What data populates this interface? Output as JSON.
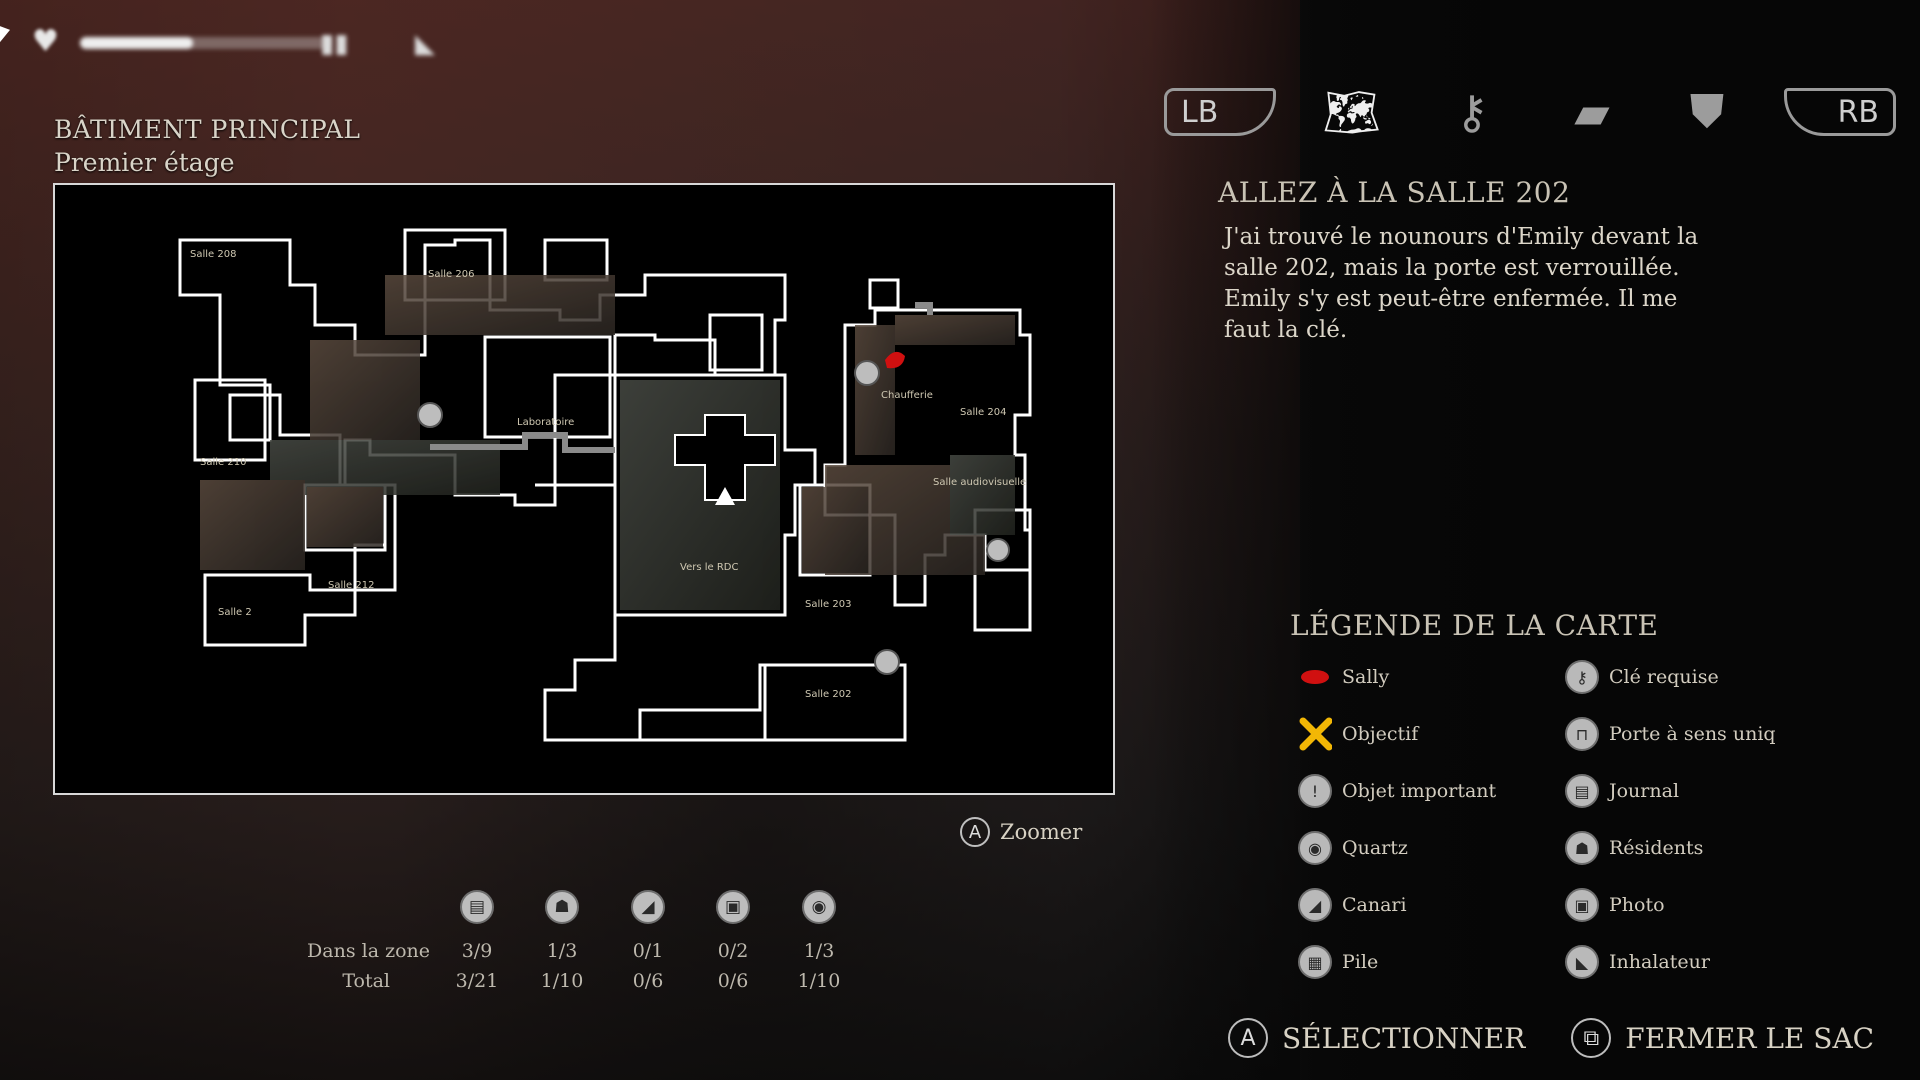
{
  "location": {
    "title": "BÂTIMENT PRINCIPAL",
    "subtitle": "Premier étage"
  },
  "map": {
    "rooms": [
      "Salle 208",
      "Salle 206",
      "Salle 210",
      "Laboratoire",
      "Salle 212",
      "Salle 2",
      "Vers le RDC",
      "Chaufferie",
      "Salle 204",
      "Salle audiovisuelle",
      "Salle 203",
      "Salle 202"
    ],
    "zoom_label": "Zoomer"
  },
  "stats": {
    "row_zone_label": "Dans la zone",
    "row_total_label": "Total",
    "columns": [
      {
        "icon": "journal-icon",
        "zone": "3/9",
        "total": "3/21"
      },
      {
        "icon": "resident-icon",
        "zone": "1/3",
        "total": "1/10"
      },
      {
        "icon": "canary-icon",
        "zone": "0/1",
        "total": "0/6"
      },
      {
        "icon": "photo-icon",
        "zone": "0/2",
        "total": "0/6"
      },
      {
        "icon": "quartz-icon",
        "zone": "1/3",
        "total": "1/10"
      }
    ]
  },
  "tabs": {
    "lb_label": "LB",
    "rb_label": "RB",
    "icons": [
      "map-icon",
      "key-icon",
      "book-icon",
      "backpack-icon"
    ],
    "active": "map-icon"
  },
  "objective": {
    "title": "ALLEZ À LA SALLE 202",
    "body": "J'ai trouvé le nounours d'Emily devant la salle 202, mais la porte est verrouillée. Emily s'y est peut-être enfermée. Il me faut la clé."
  },
  "legend": {
    "title": "LÉGENDE DE LA CARTE",
    "left": [
      "Sally",
      "Objectif",
      "Objet important",
      "Quartz",
      "Canari",
      "Pile"
    ],
    "right": [
      "Clé requise",
      "Porte à sens uniq",
      "Journal",
      "Résidents",
      "Photo",
      "Inhalateur"
    ]
  },
  "buttons": {
    "select_label": "SÉLECTIONNER",
    "close_label": "FERMER LE SAC"
  },
  "colors": {
    "sally": "#d01010",
    "objective": "#f2b705",
    "map_outline": "#ffffff"
  }
}
